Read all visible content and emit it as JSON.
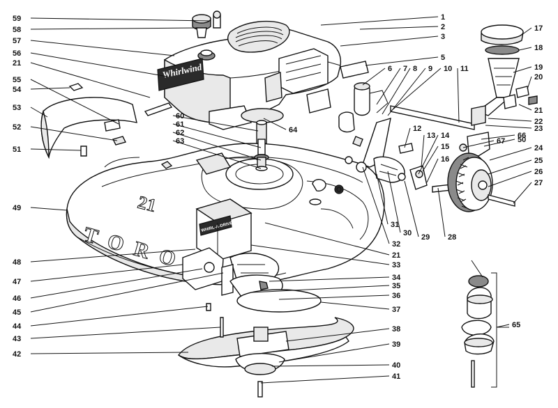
{
  "diagram": {
    "decals": {
      "engine_brand": "Whirlwind",
      "deck_brand": "TORO",
      "deck_size": "21",
      "drive_cover": "WHIRL-A-DRIVE"
    },
    "callouts": {
      "left": [
        "59",
        "58",
        "57",
        "56",
        "21",
        "55",
        "54",
        "53",
        "52",
        "51",
        "49",
        "48",
        "47",
        "46",
        "45",
        "44",
        "43",
        "42"
      ],
      "right": [
        "1",
        "2",
        "3",
        "5",
        "6",
        "7",
        "8",
        "9",
        "10",
        "11",
        "17",
        "18",
        "19",
        "20",
        "21",
        "22",
        "23",
        "66",
        "67",
        "24",
        "25",
        "26",
        "27",
        "50"
      ],
      "middle": [
        "60",
        "61",
        "62",
        "63",
        "64",
        "12",
        "13",
        "14",
        "15",
        "16",
        "28",
        "29",
        "30",
        "31",
        "32",
        "21",
        "33",
        "34",
        "35",
        "36",
        "37",
        "38",
        "39",
        "40",
        "41",
        "65"
      ]
    }
  }
}
